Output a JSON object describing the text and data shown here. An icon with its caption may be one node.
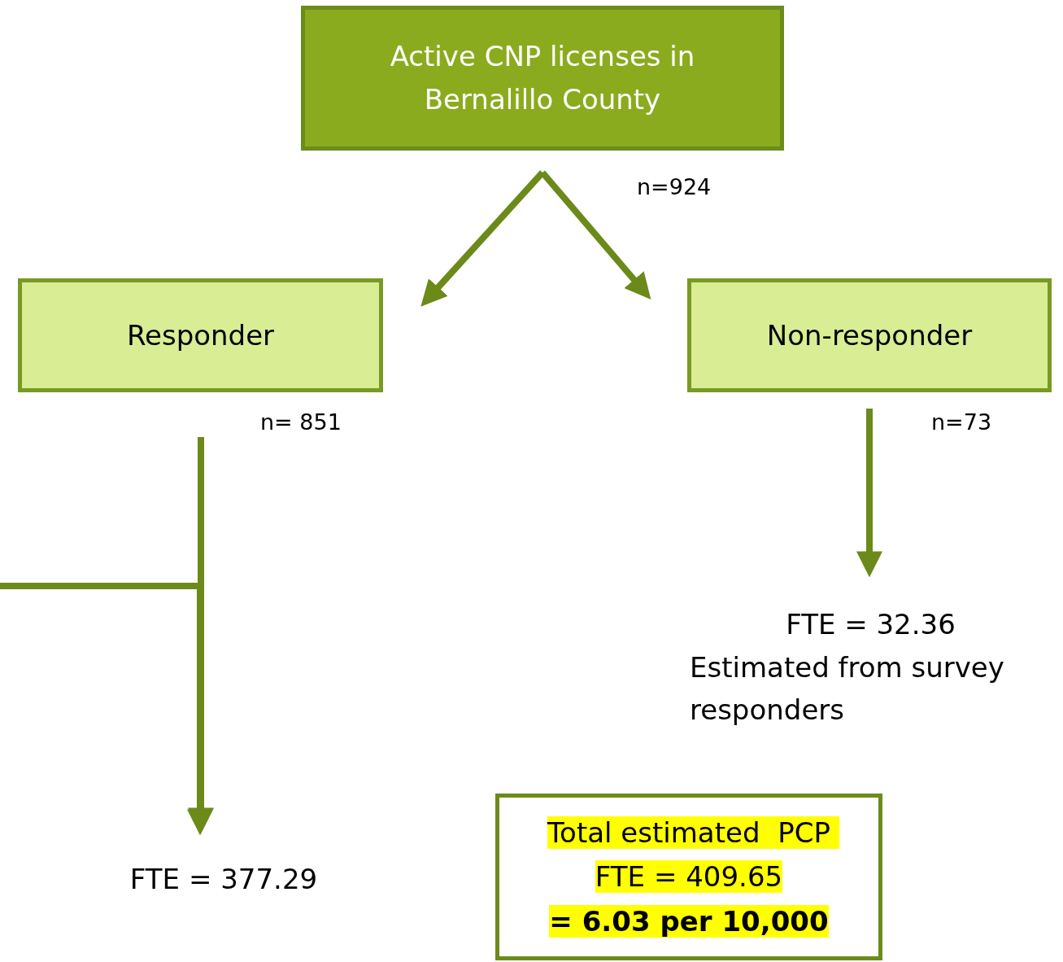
{
  "diagram": {
    "nodes": [
      {
        "text": [
          "Active CNP licenses in Bernalillo County"
        ]
      },
      {
        "text": [
          "Responder"
        ]
      },
      {
        "text": [
          "Non-responder"
        ]
      },
      {
        "text": [
          "FTE = 32.36",
          "Estimated from survey responders"
        ]
      },
      {
        "text": [
          "FTE = 377.29"
        ]
      },
      {
        "text": [
          "Total estimated  PCP FTE = 409.65",
          "= 6.03 per 10,000"
        ]
      }
    ],
    "edges": [
      {
        "from": 0,
        "to": 1,
        "arrow": "to"
      },
      {
        "from": 0,
        "to": 2,
        "arrow": "to"
      },
      {
        "from": 1,
        "to": 4,
        "arrow": "to"
      },
      {
        "from": null,
        "to": 4,
        "arrow": "to"
      },
      {
        "from": 2,
        "to": 3,
        "arrow": "to"
      }
    ],
    "labels": [
      "n=924",
      "n= 851",
      "n=73"
    ]
  }
}
